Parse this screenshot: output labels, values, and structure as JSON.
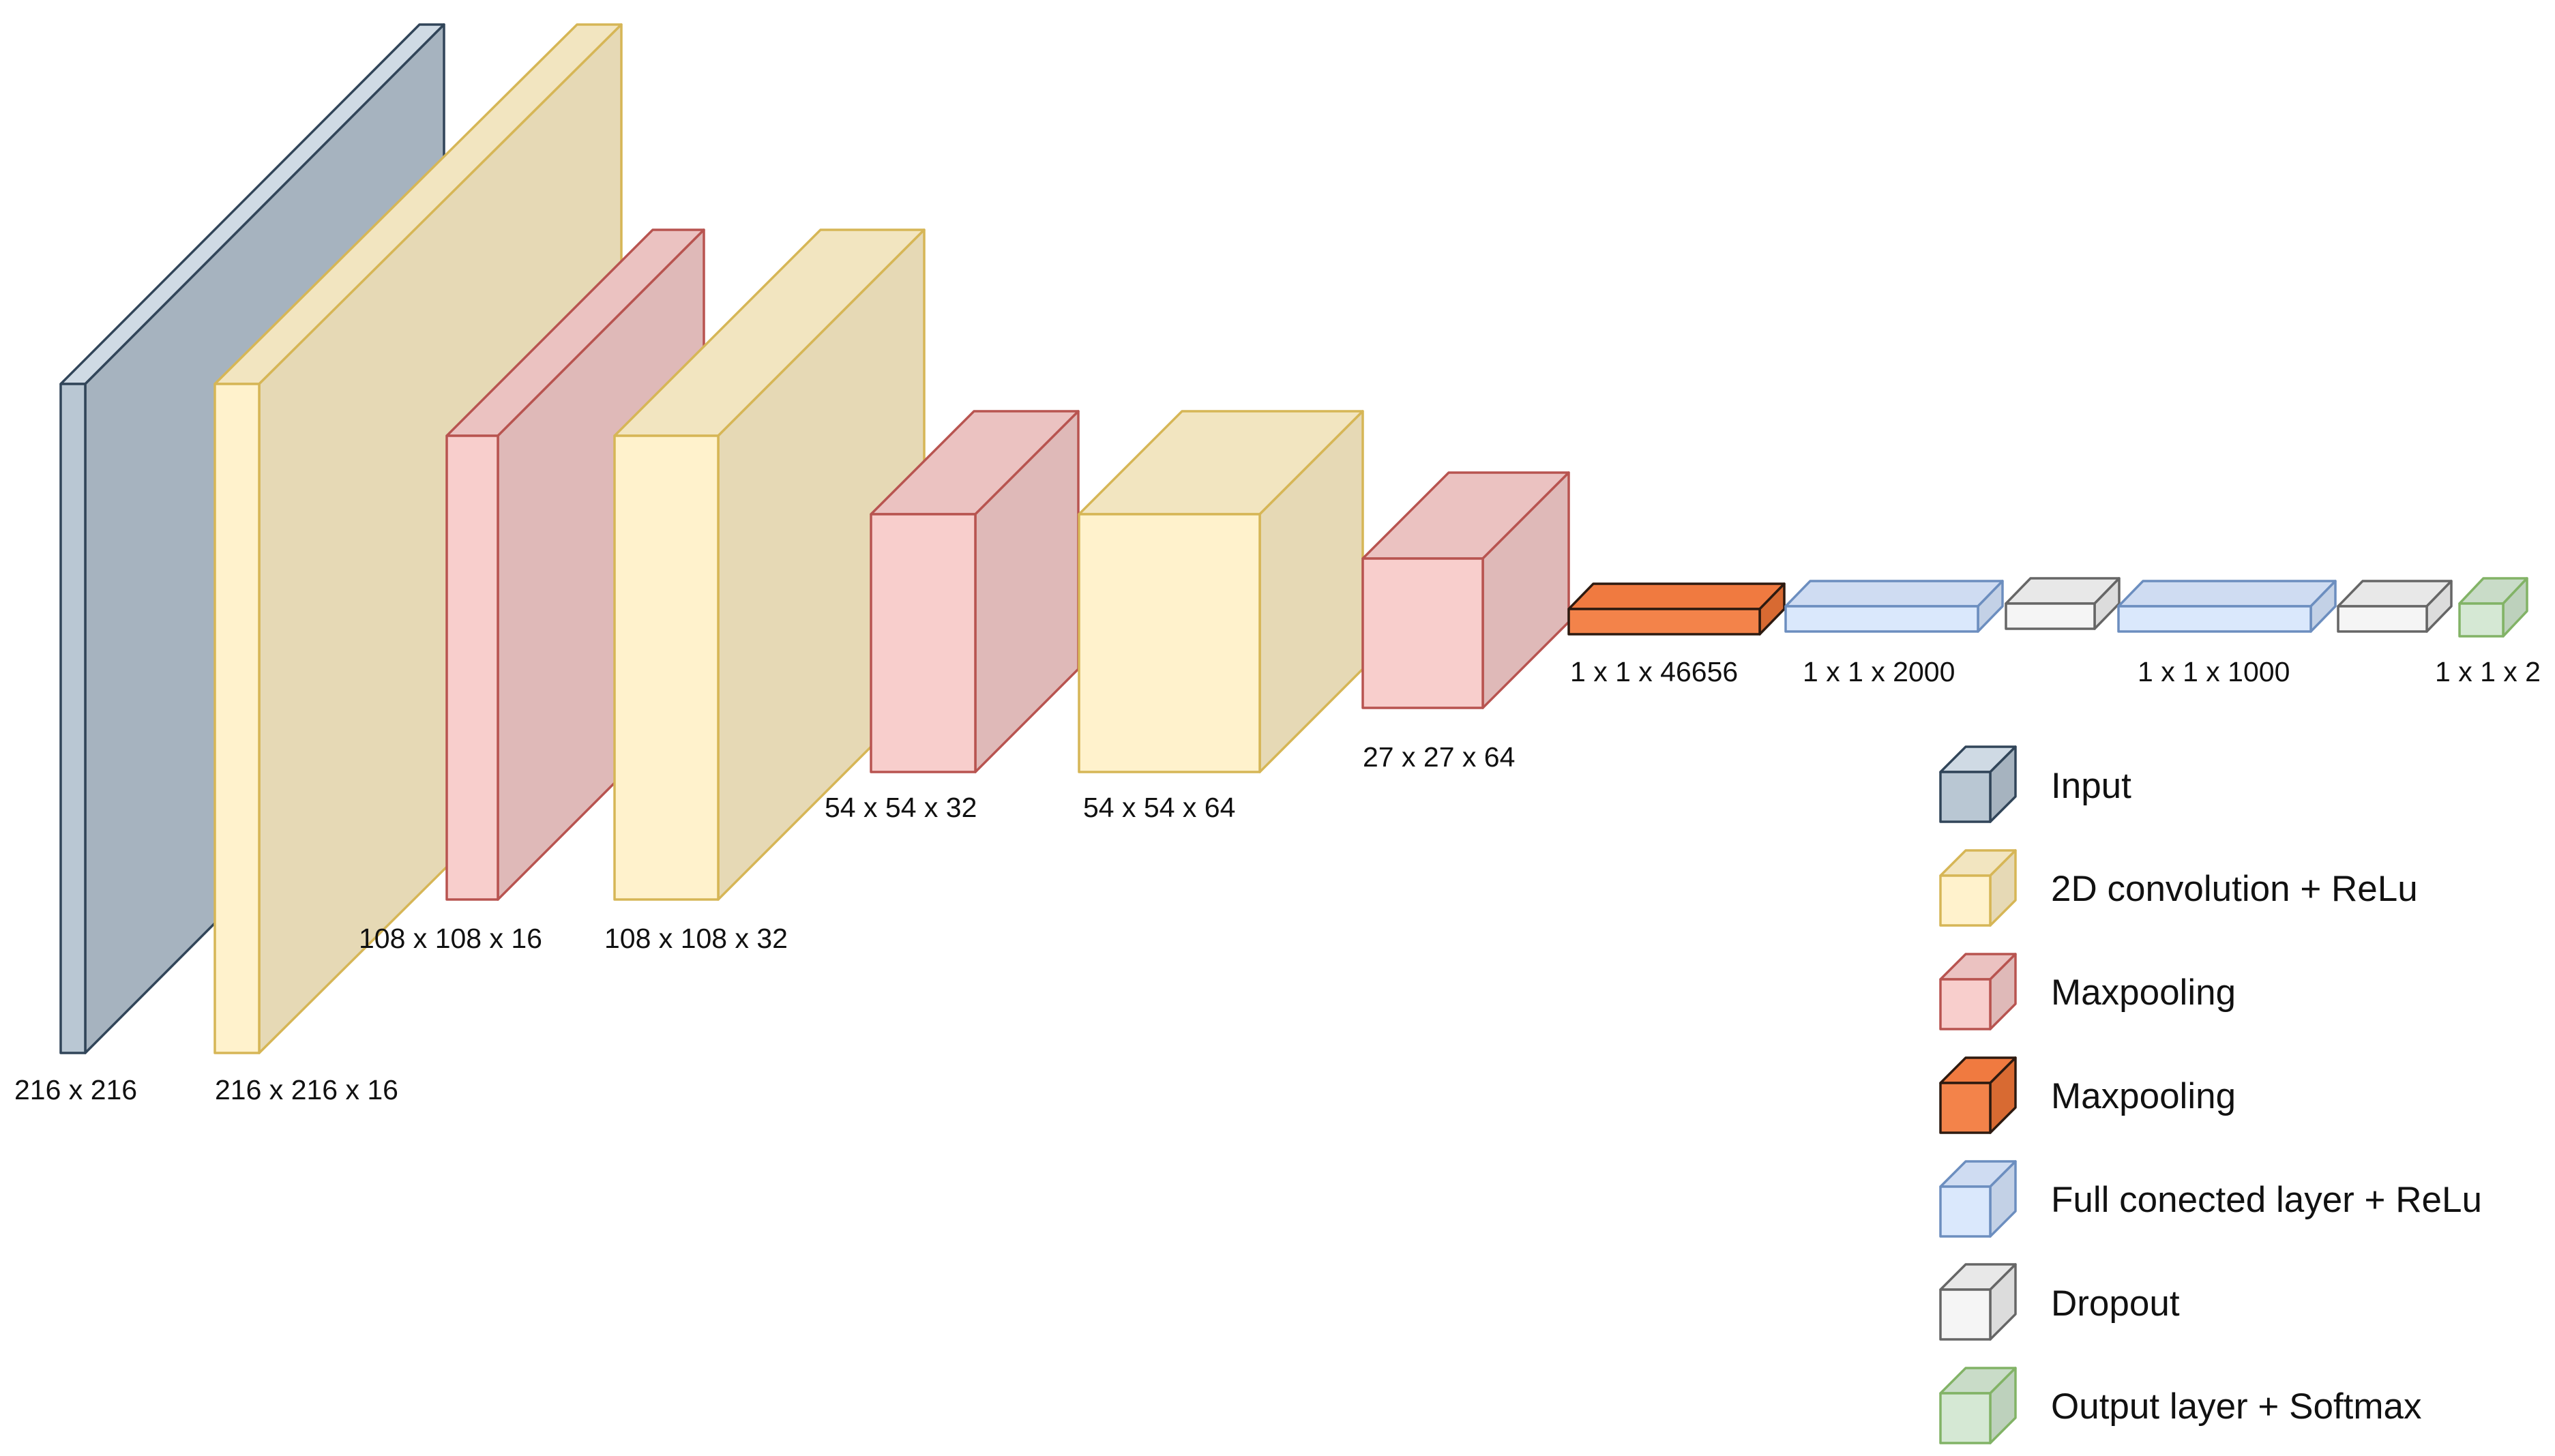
{
  "layers": [
    {
      "type": "input",
      "dims": "216 x 216"
    },
    {
      "type": "conv",
      "dims": "216 x 216 x 16"
    },
    {
      "type": "maxpool",
      "dims": "108 x 108 x 16"
    },
    {
      "type": "conv",
      "dims": "108 x 108 x 32"
    },
    {
      "type": "maxpool",
      "dims": "54 x 54 x 32"
    },
    {
      "type": "conv",
      "dims": "54 x 54 x 64"
    },
    {
      "type": "maxpool",
      "dims": "27 x 27 x 64"
    },
    {
      "type": "flatten",
      "dims": "1 x 1 x 46656"
    },
    {
      "type": "fc",
      "dims": "1 x 1 x 2000"
    },
    {
      "type": "dropout",
      "dims": ""
    },
    {
      "type": "fc",
      "dims": "1 x 1 x 1000"
    },
    {
      "type": "dropout",
      "dims": ""
    },
    {
      "type": "output",
      "dims": "1 x 1 x 2"
    }
  ],
  "legend": [
    {
      "type": "input",
      "label": "Input"
    },
    {
      "type": "conv",
      "label": "2D convolution + ReLu"
    },
    {
      "type": "maxpool",
      "label": "Maxpooling"
    },
    {
      "type": "flatten",
      "label": "Maxpooling"
    },
    {
      "type": "fc",
      "label": "Full conected layer + ReLu"
    },
    {
      "type": "dropout",
      "label": "Dropout"
    },
    {
      "type": "output",
      "label": "Output layer + Softmax"
    }
  ],
  "colors": {
    "input": {
      "front": "#b9c7d3",
      "side": "#a6b3bf",
      "top": "#cfdae4",
      "stroke": "#314559"
    },
    "conv": {
      "front": "#fff2cc",
      "side": "#e6d9b5",
      "top": "#f2e5c0",
      "stroke": "#d6b656"
    },
    "maxpool": {
      "front": "#f8cecc",
      "side": "#dfb9b8",
      "top": "#ebc2c1",
      "stroke": "#b85450"
    },
    "flatten": {
      "front": "#f3834a",
      "side": "#d86a32",
      "top": "#f07a40",
      "stroke": "#2d1a10"
    },
    "fc": {
      "front": "#dae8fc",
      "side": "#c3d1e6",
      "top": "#cfdcf2",
      "stroke": "#6c8ebf"
    },
    "dropout": {
      "front": "#f5f5f5",
      "side": "#dcdcdc",
      "top": "#e8e8e8",
      "stroke": "#666666"
    },
    "output": {
      "front": "#d5e8d4",
      "side": "#bdd1bc",
      "top": "#c9dcc8",
      "stroke": "#82b366"
    }
  }
}
